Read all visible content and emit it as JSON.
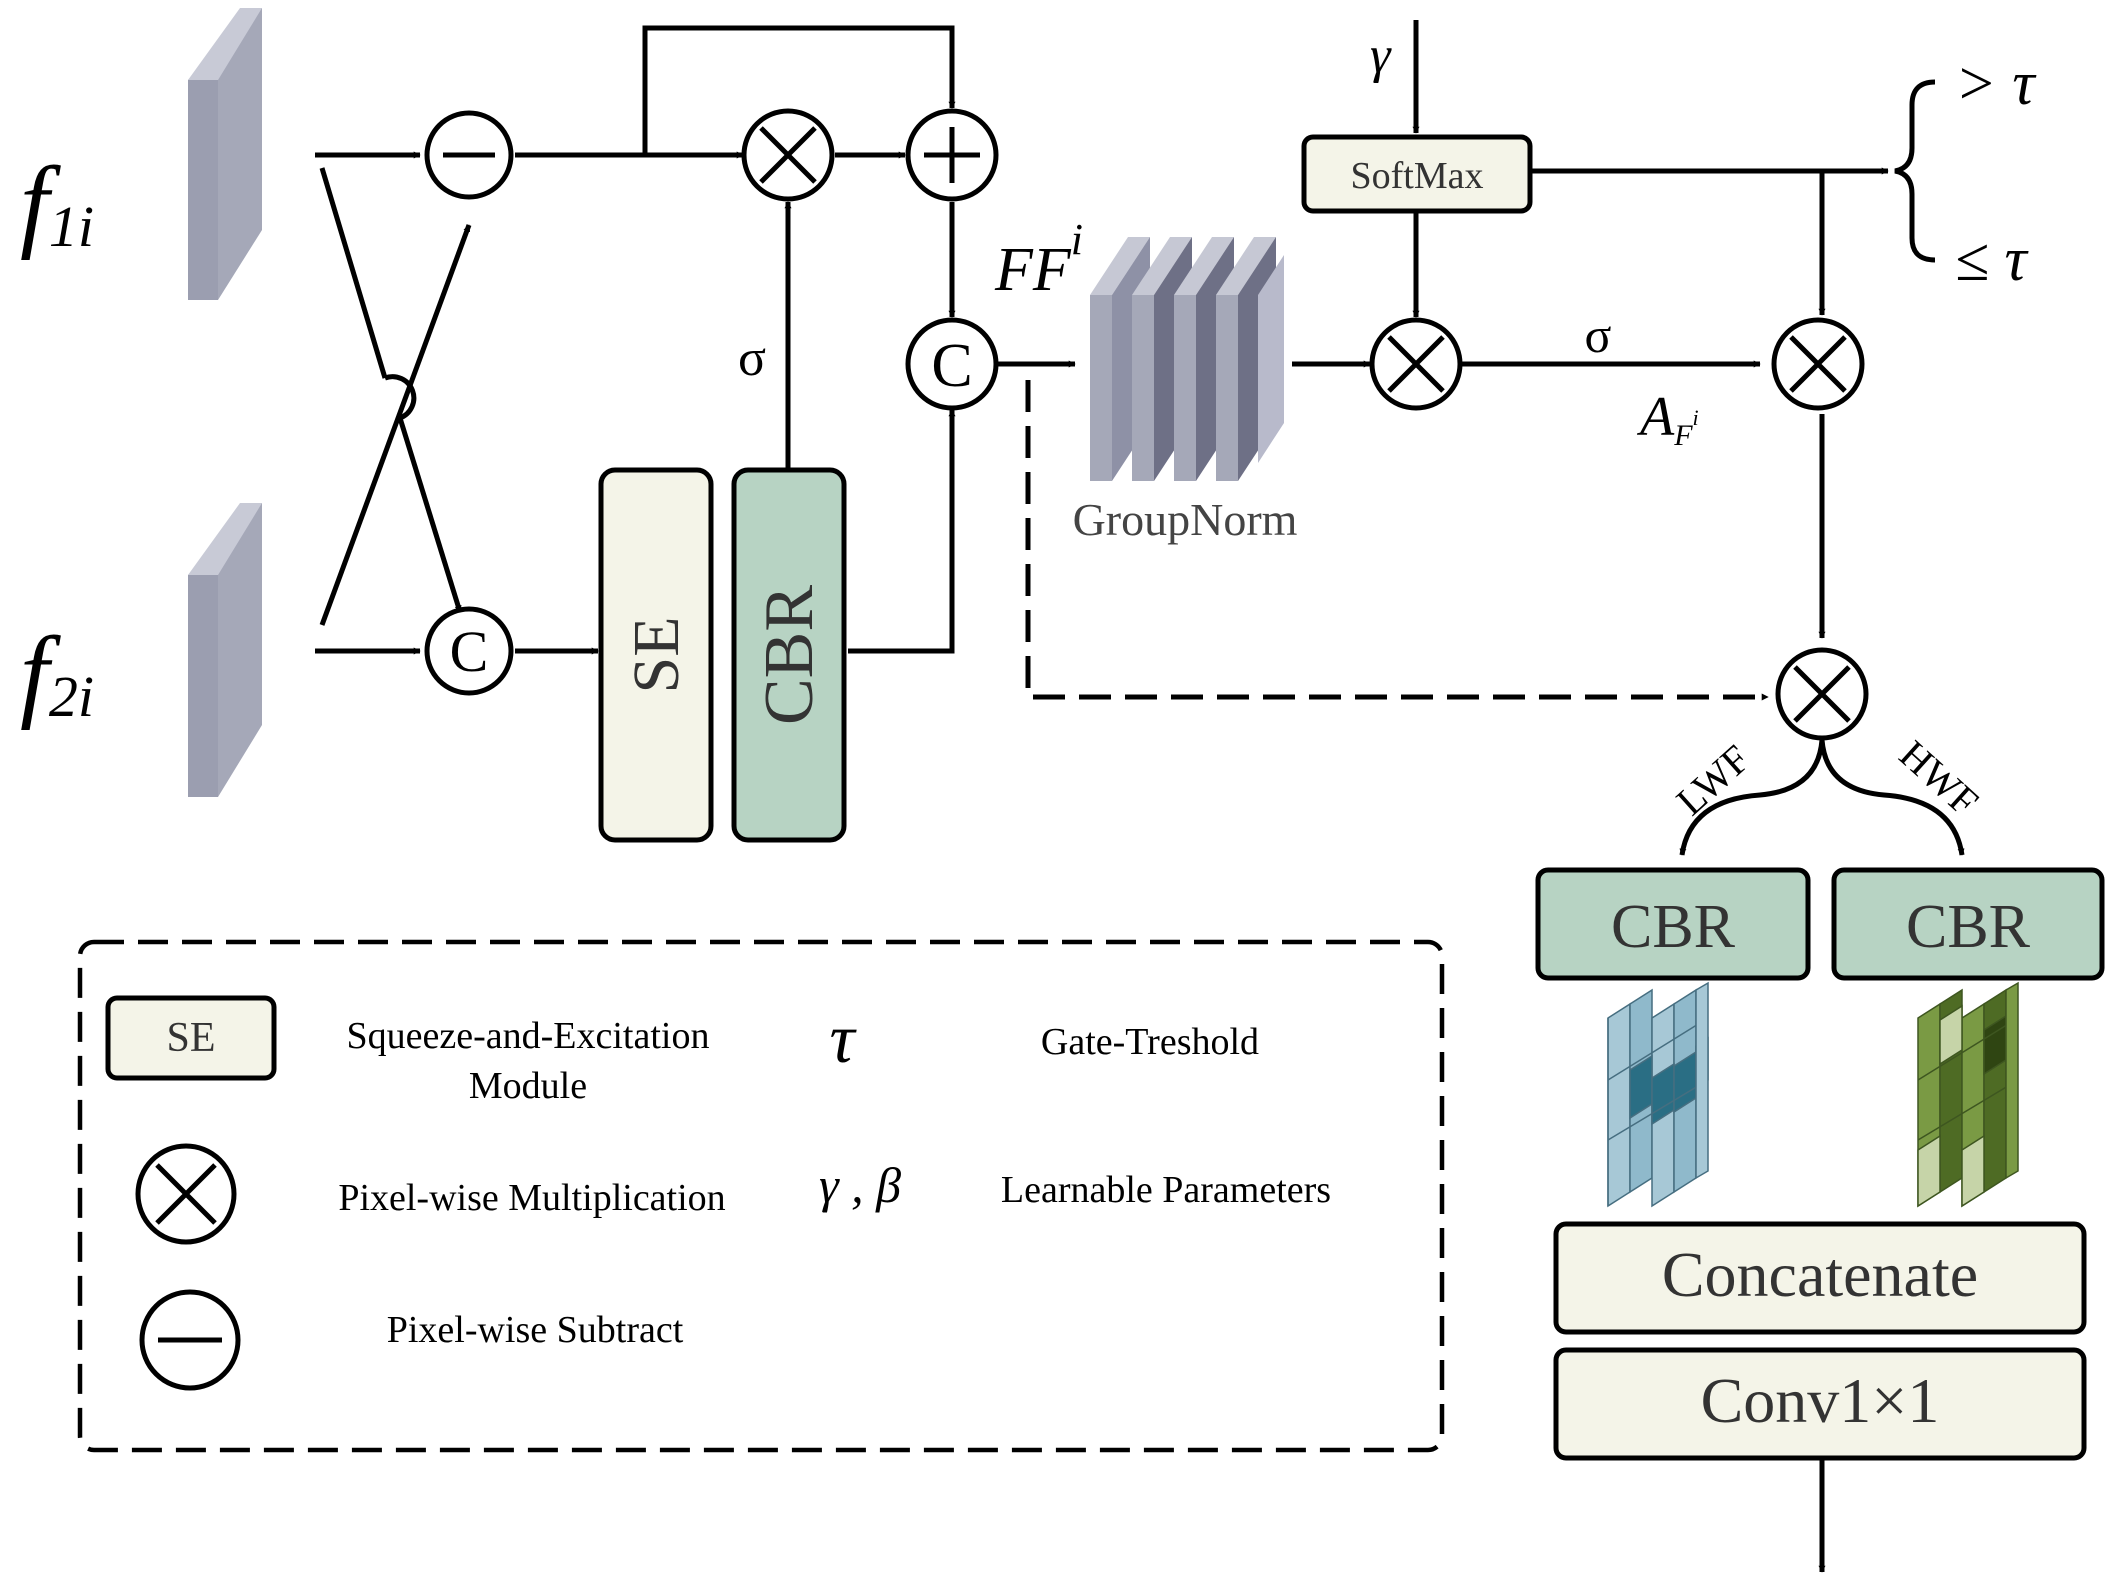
{
  "inputs": {
    "f1": {
      "main": "f",
      "sub": "1i"
    },
    "f2": {
      "main": "f",
      "sub": "2i"
    }
  },
  "blocks": {
    "se": "SE",
    "cbr": "CBR",
    "softmax": "SoftMax",
    "cbr_low": "CBR",
    "cbr_high": "CBR",
    "concatenate": "Concatenate",
    "conv": "Conv1×1"
  },
  "ops": {
    "subtract": "−",
    "multiply": "×",
    "add": "+",
    "concat": "C"
  },
  "labels": {
    "sigma_main": "σ",
    "sigma_gate": "σ",
    "gamma": "γ",
    "ff": "FF",
    "ff_sup": "i",
    "groupnorm": "GroupNorm",
    "af_main": "A",
    "af_sub": "F",
    "af_sup": "i",
    "gt_tau": "> τ",
    "le_tau": "≤ τ",
    "lwf": "LWF",
    "hwf": "HWF"
  },
  "legend": {
    "se_symbol": "SE",
    "se_line1": "Squeeze-and-Excitation",
    "se_line2": "Module",
    "tau_symbol": "τ",
    "tau_desc": "Gate-Treshold",
    "mult_desc": "Pixel-wise Multiplication",
    "params_symbol": "γ , β",
    "params_desc": "Learnable Parameters",
    "sub_desc": "Pixel-wise Subtract"
  },
  "colors": {
    "feature_gray": "#a5a8b8",
    "feature_dark": "#6e7086",
    "cream": "#f4f4e8",
    "teal": "#b7d3c3",
    "low_freq": "#2a6e84",
    "high_freq": "#4e6b24"
  }
}
